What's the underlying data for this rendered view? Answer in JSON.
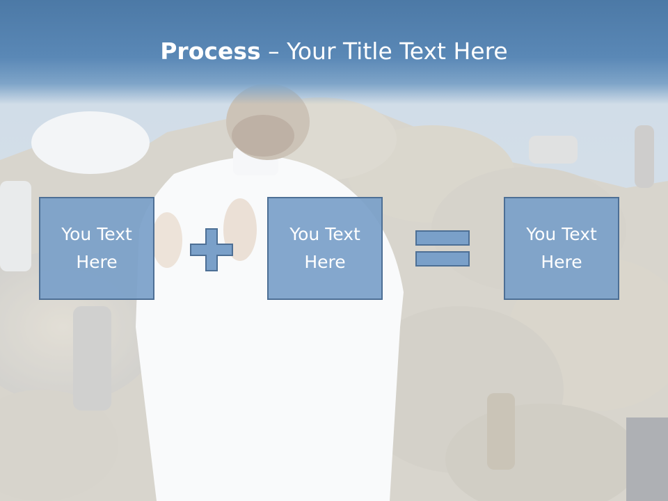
{
  "slide": {
    "title_bold": "Process",
    "title_rest": " – Your Title Text Here",
    "boxes": [
      {
        "label": "You Text Here"
      },
      {
        "label": "You Text Here"
      },
      {
        "label": "You Text Here"
      }
    ],
    "operators": [
      "plus-icon",
      "equals-icon"
    ],
    "colors": {
      "title_band": "#4c79a6",
      "box_fill": "#7aa0c9",
      "box_border": "#4d6f95",
      "text": "#ffffff"
    }
  }
}
